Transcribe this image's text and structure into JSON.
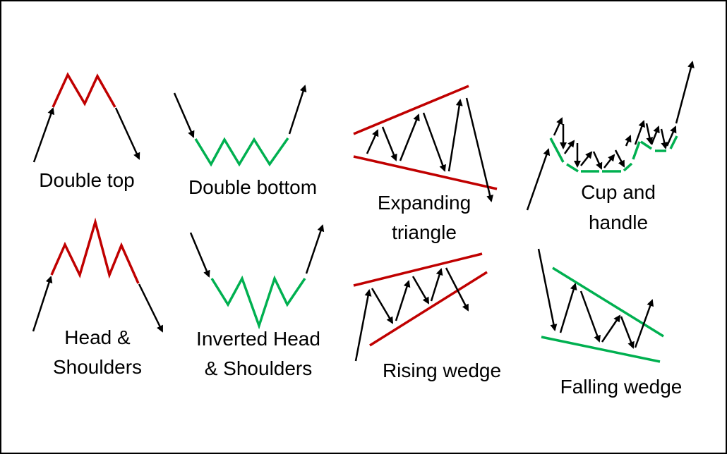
{
  "colors": {
    "bearish": "#c00000",
    "bullish": "#00b050",
    "arrow": "#000000",
    "frame": "#000000"
  },
  "patterns": [
    {
      "id": "double-top",
      "label_lines": [
        "Double top"
      ],
      "type": "bearish"
    },
    {
      "id": "double-bottom",
      "label_lines": [
        "Double bottom"
      ],
      "type": "bullish"
    },
    {
      "id": "expanding-triangle",
      "label_lines": [
        "Expanding",
        "triangle"
      ],
      "type": "bearish"
    },
    {
      "id": "cup-and-handle",
      "label_lines": [
        "Cup and",
        "handle"
      ],
      "type": "bullish"
    },
    {
      "id": "head-and-shoulders",
      "label_lines": [
        "Head &",
        "Shoulders"
      ],
      "type": "bearish"
    },
    {
      "id": "inverted-head-and-shoulders",
      "label_lines": [
        "Inverted Head",
        "& Shoulders"
      ],
      "type": "bullish"
    },
    {
      "id": "rising-wedge",
      "label_lines": [
        "Rising wedge"
      ],
      "type": "bearish"
    },
    {
      "id": "falling-wedge",
      "label_lines": [
        "Falling wedge"
      ],
      "type": "bullish"
    }
  ]
}
